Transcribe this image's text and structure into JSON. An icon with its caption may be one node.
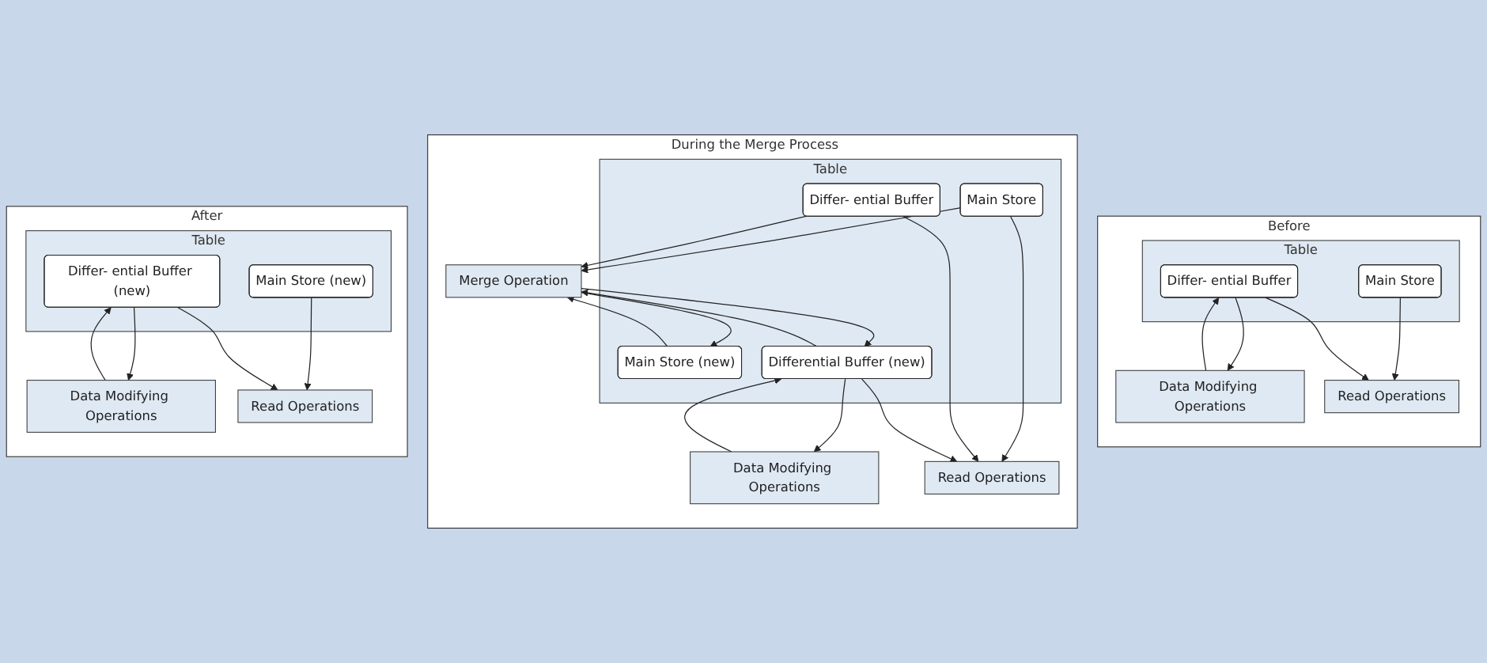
{
  "diagram": {
    "nodes": [
      {
        "text": [
          "Before"
        ]
      },
      {
        "text": [
          "Data Modifying Operations"
        ],
        "in": 0
      },
      {
        "text": [
          "Table"
        ],
        "in": 0
      },
      {
        "text": [
          "Main Store"
        ],
        "in": 2
      },
      {
        "text": [
          "Differ- ential Buffer"
        ],
        "in": 2
      },
      {
        "text": [
          "Read Operations"
        ],
        "in": 0
      },
      {
        "text": [
          "During the Merge Process"
        ]
      },
      {
        "text": [
          "Merge Operation"
        ],
        "in": 6
      },
      {
        "text": [
          "Data Modifying Operations"
        ],
        "in": 6
      },
      {
        "text": [
          "Table"
        ],
        "in": 6
      },
      {
        "text": [
          "Main Store"
        ],
        "in": 9
      },
      {
        "text": [
          "Differ- ential Buffer"
        ],
        "in": 9
      },
      {
        "text": [
          "Main Store (new)"
        ],
        "in": 9
      },
      {
        "text": [
          "Differential Buffer (new)"
        ],
        "in": 9
      },
      {
        "text": [
          "Read Operations"
        ],
        "in": 6
      },
      {
        "text": [
          "After"
        ]
      },
      {
        "text": [
          "Data Modifying Operations"
        ],
        "in": 15
      },
      {
        "text": [
          "Table"
        ],
        "in": 15
      },
      {
        "text": [
          "Main Store (new)"
        ],
        "in": 17
      },
      {
        "text": [
          "Differ- ential Buffer (new)"
        ],
        "in": 17
      },
      {
        "text": [
          "Read Operations"
        ],
        "in": 15
      }
    ],
    "edges": [
      {
        "from": 4,
        "to": 1,
        "arrow": "to"
      },
      {
        "from": 1,
        "to": 4,
        "arrow": "to"
      },
      {
        "from": 3,
        "to": 5,
        "arrow": "to"
      },
      {
        "from": 4,
        "to": 5,
        "arrow": "to"
      },
      {
        "from": 10,
        "to": 7,
        "arrow": "to"
      },
      {
        "from": 11,
        "to": 7,
        "arrow": "to"
      },
      {
        "from": 12,
        "to": 7,
        "arrow": "to"
      },
      {
        "from": 7,
        "to": 12,
        "arrow": "to"
      },
      {
        "from": 13,
        "to": 7,
        "arrow": "to"
      },
      {
        "from": 7,
        "to": 13,
        "arrow": "to"
      },
      {
        "from": 13,
        "to": 8,
        "arrow": "to"
      },
      {
        "from": 8,
        "to": 13,
        "arrow": "to"
      },
      {
        "from": 10,
        "to": 14,
        "arrow": "to"
      },
      {
        "from": 11,
        "to": 14,
        "arrow": "to"
      },
      {
        "from": 13,
        "to": 14,
        "arrow": "to"
      },
      {
        "from": 19,
        "to": 16,
        "arrow": "to"
      },
      {
        "from": 16,
        "to": 19,
        "arrow": "to"
      },
      {
        "from": 18,
        "to": 20,
        "arrow": "to"
      },
      {
        "from": 19,
        "to": 20,
        "arrow": "to"
      }
    ]
  }
}
